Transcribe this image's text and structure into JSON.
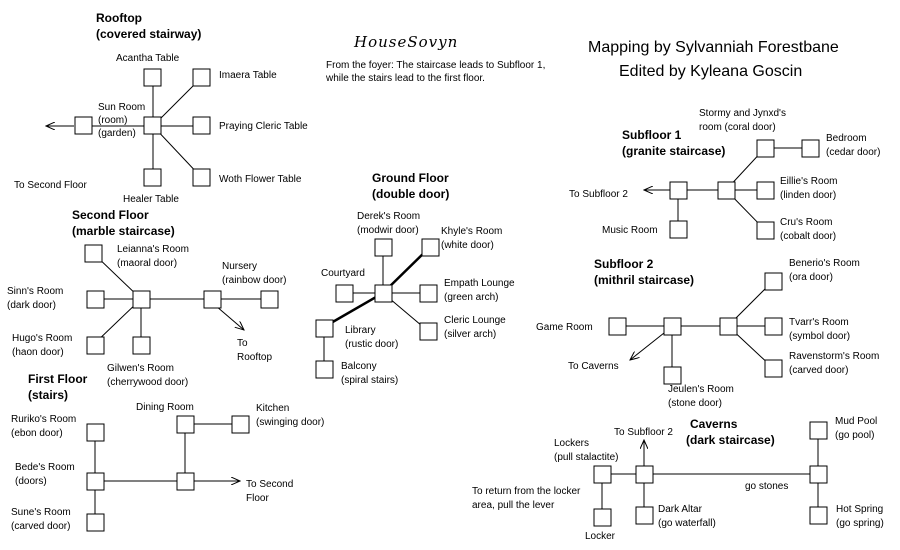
{
  "header": {
    "house_name": "HouseSovyn",
    "foyer_note": [
      "From the foyer: The staircase leads to Subfloor 1,",
      "while the stairs lead to the first floor."
    ],
    "credit_lines": [
      "Mapping by Sylvanniah Forestbane",
      "Edited by Kyleana Goscin"
    ]
  },
  "sections": {
    "rooftop": {
      "title": [
        "Rooftop",
        "(covered stairway)"
      ],
      "rooms": {
        "acantha": [
          "Acantha Table"
        ],
        "imaera": [
          "Imaera Table"
        ],
        "sun": [
          "Sun Room",
          "(room)",
          "(garden)"
        ],
        "cleric": [
          "Praying Cleric Table"
        ],
        "woth": [
          "Woth Flower Table"
        ],
        "healer": [
          "Healer Table"
        ]
      },
      "exit": [
        "To Second Floor"
      ]
    },
    "second": {
      "title": [
        "Second Floor",
        "(marble staircase)"
      ],
      "rooms": {
        "leianna": [
          "Leianna's Room",
          "(maoral door)"
        ],
        "sinn": [
          "Sinn's Room",
          "(dark door)"
        ],
        "nursery": [
          "Nursery",
          "(rainbow door)"
        ],
        "hugo": [
          "Hugo's Room",
          "(haon door)"
        ],
        "gilwen": [
          "Gilwen's Room",
          "(cherrywood door)"
        ]
      },
      "exit": [
        "To",
        "Rooftop"
      ]
    },
    "first": {
      "title": [
        "First Floor",
        "(stairs)"
      ],
      "rooms": {
        "dining": [
          "Dining Room"
        ],
        "kitchen": [
          "Kitchen",
          "(swinging door)"
        ],
        "ruriko": [
          "Ruriko's Room",
          "(ebon door)"
        ],
        "bede": [
          "Bede's Room",
          "(doors)"
        ],
        "sune": [
          "Sune's Room",
          "(carved door)"
        ]
      },
      "exit": [
        "To Second",
        "Floor"
      ]
    },
    "ground": {
      "title": [
        "Ground Floor",
        "(double door)"
      ],
      "rooms": {
        "derek": [
          "Derek's Room",
          "(modwir door)"
        ],
        "khyle": [
          "Khyle's Room",
          "(white door)"
        ],
        "courtyard": [
          "Courtyard"
        ],
        "empath": [
          "Empath Lounge",
          "(green arch)"
        ],
        "library": [
          "Library",
          "(rustic door)"
        ],
        "cleric_lounge": [
          "Cleric Lounge",
          "(silver arch)"
        ],
        "balcony": [
          "Balcony",
          "(spiral stairs)"
        ]
      }
    },
    "sub1": {
      "title": [
        "Subfloor 1",
        "(granite staircase)"
      ],
      "rooms": {
        "stormy": [
          "Stormy and Jynxd's",
          "room (coral door)"
        ],
        "bedroom": [
          "Bedroom",
          "(cedar door)"
        ],
        "eillie": [
          "Eillie's Room",
          "(linden door)"
        ],
        "cru": [
          "Cru's Room",
          "(cobalt door)"
        ],
        "music": [
          "Music Room"
        ]
      },
      "exit": [
        "To Subfloor 2"
      ]
    },
    "sub2": {
      "title": [
        "Subfloor 2",
        "(mithril staircase)"
      ],
      "rooms": {
        "benerio": [
          "Benerio's Room",
          "(ora door)"
        ],
        "game": [
          "Game Room"
        ],
        "tvarr": [
          "Tvarr's Room",
          "(symbol door)"
        ],
        "ravenstorm": [
          "Ravenstorm's Room",
          "(carved door)"
        ],
        "jeulen": [
          "Jeulen's Room",
          "(stone door)"
        ]
      },
      "exit": [
        "To Caverns"
      ]
    },
    "caverns": {
      "title": [
        "Caverns",
        "(dark staircase)"
      ],
      "rooms": {
        "lockers": [
          "Lockers",
          "(pull stalactite)"
        ],
        "mudpool": [
          "Mud Pool",
          "(go pool)"
        ],
        "altar": [
          "Dark Altar",
          "(go waterfall)"
        ],
        "hotspring": [
          "Hot Spring",
          "(go spring)"
        ],
        "locker": [
          "Locker"
        ]
      },
      "exit": [
        "To Subfloor 2"
      ],
      "path_label": [
        "go stones"
      ],
      "note": [
        "To return from the locker",
        "area, pull the lever"
      ]
    }
  }
}
